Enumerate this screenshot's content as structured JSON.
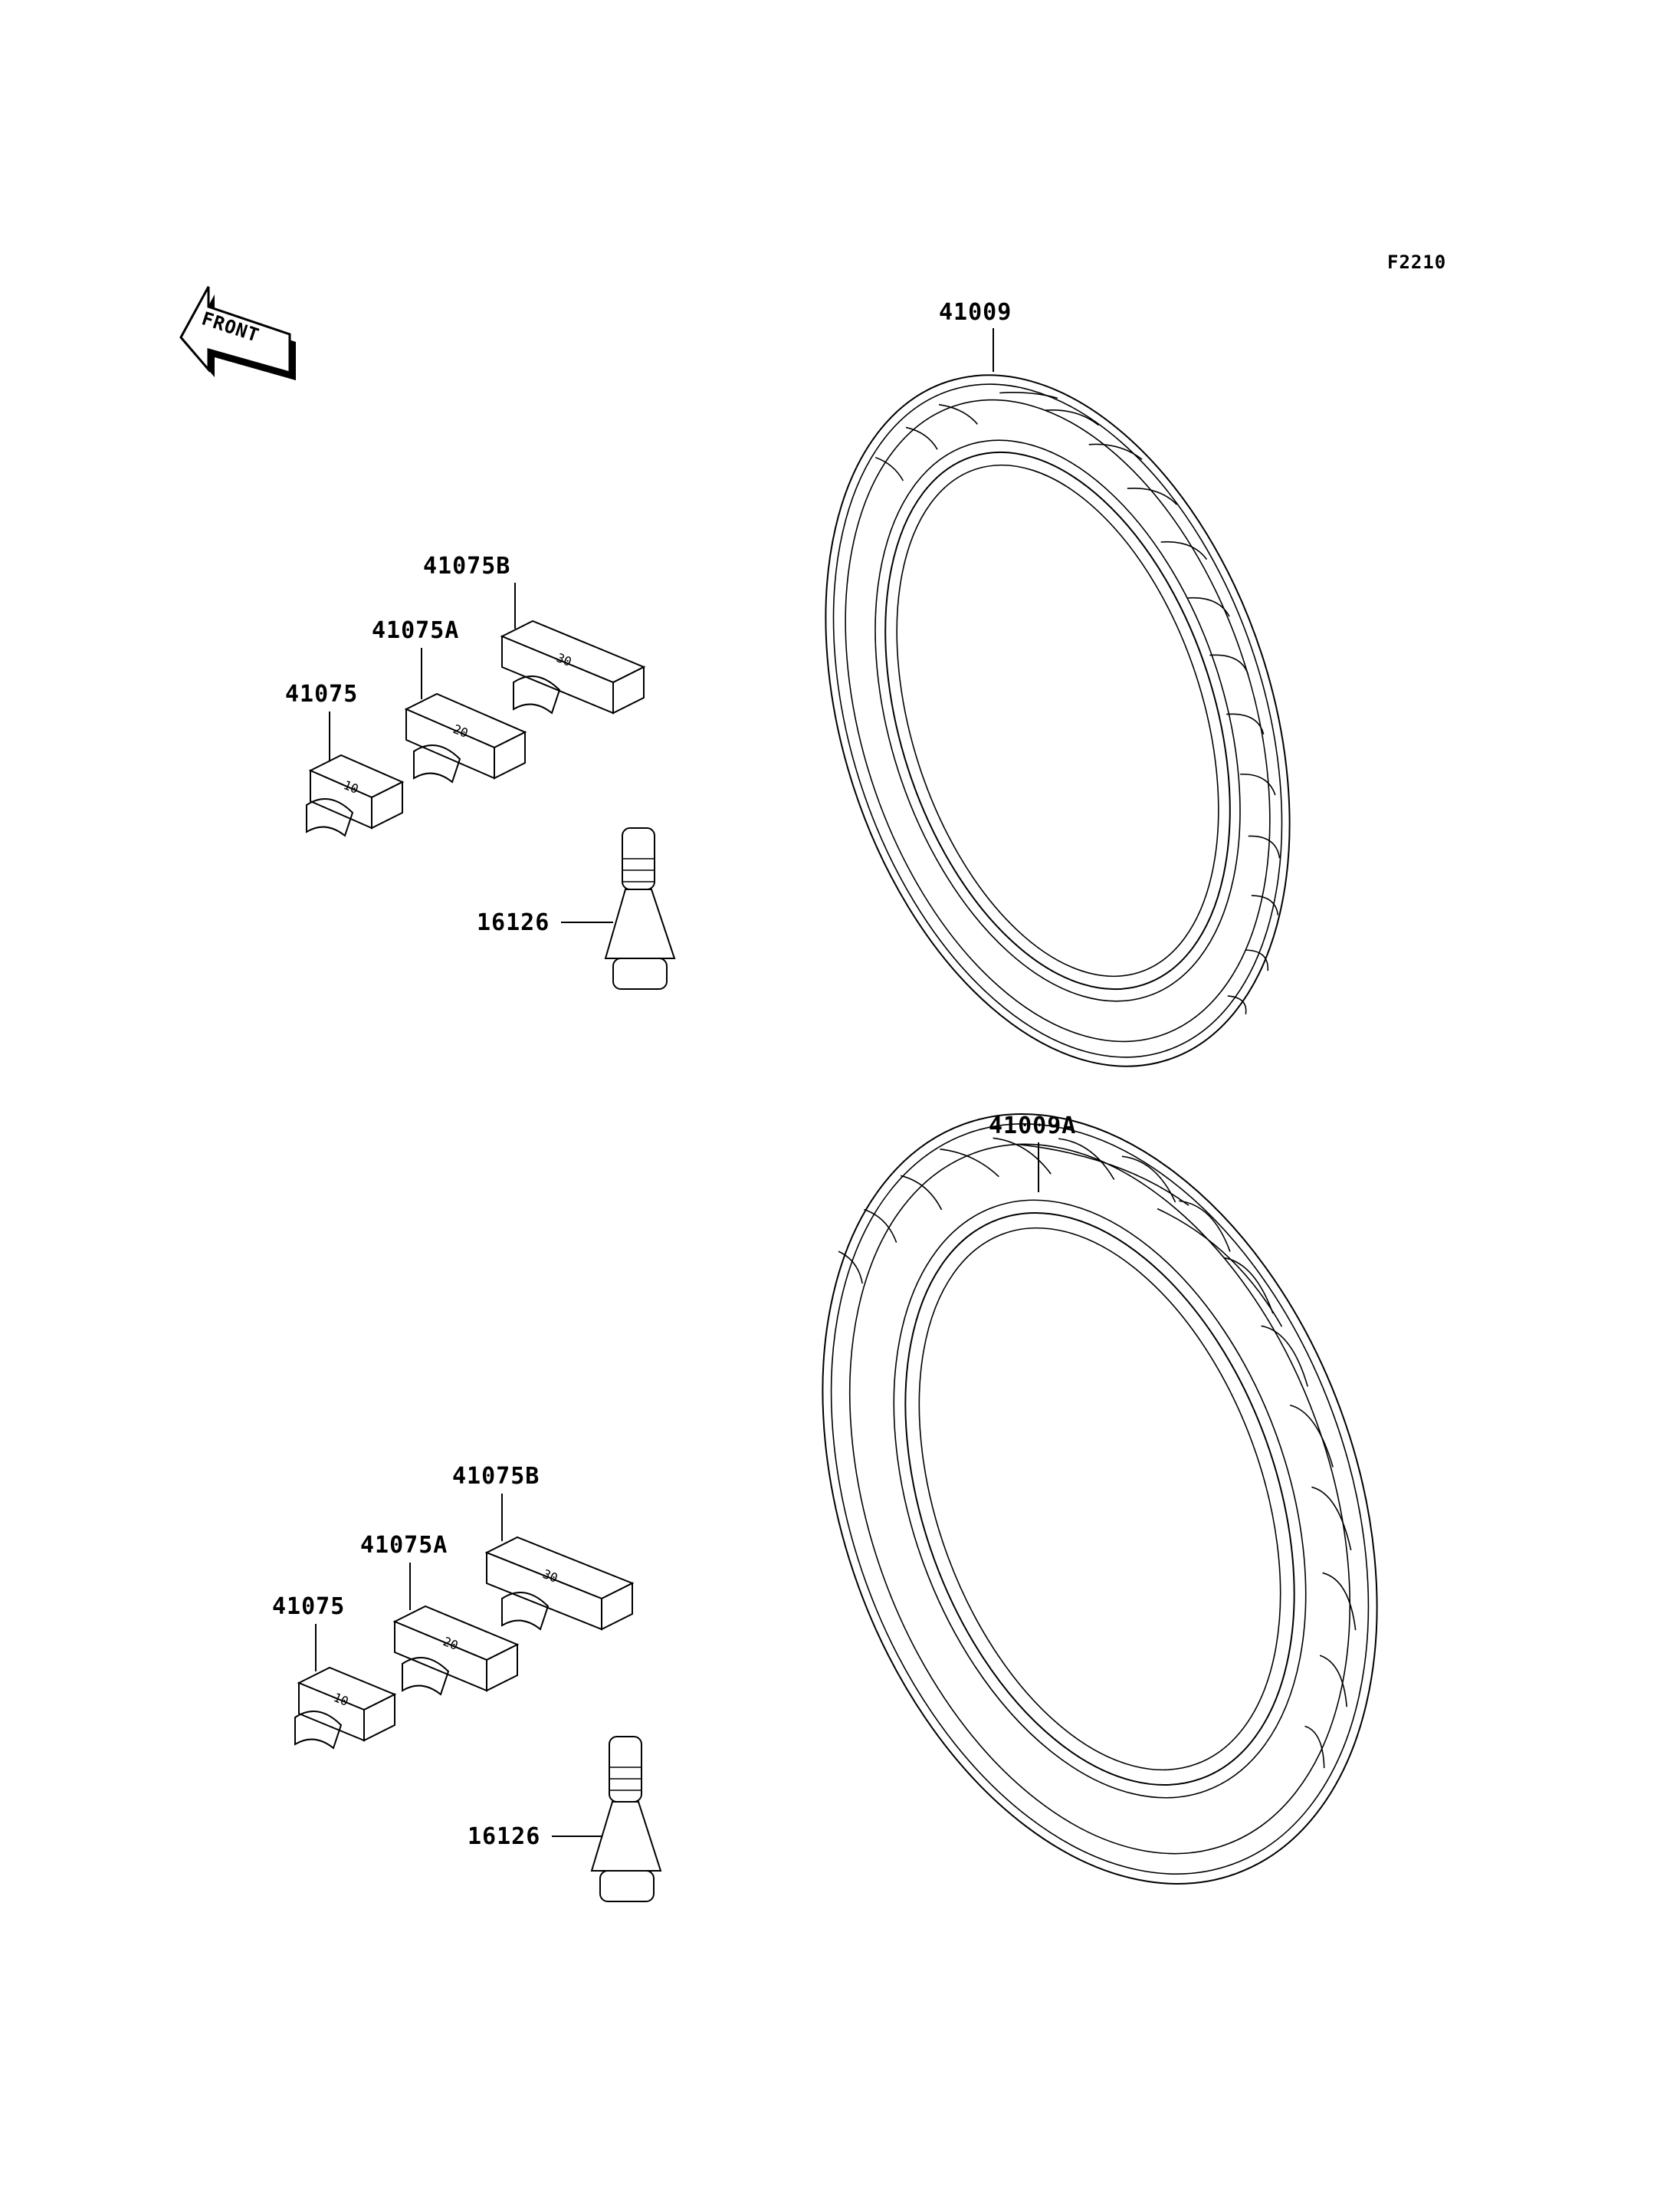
{
  "figure_code": "F2210",
  "front_arrow": {
    "label": "FRONT",
    "icon": "front-arrow-icon"
  },
  "front_group": {
    "tire": "41009",
    "weight_10": "41075",
    "weight_20": "41075A",
    "weight_30": "41075B",
    "valve": "16126",
    "weight_marks": {
      "w10": "10",
      "w20": "20",
      "w30": "30"
    }
  },
  "rear_group": {
    "tire": "41009A",
    "weight_10": "41075",
    "weight_20": "41075A",
    "weight_30": "41075B",
    "valve": "16126",
    "weight_marks": {
      "w10": "10",
      "w20": "20",
      "w30": "30"
    }
  }
}
